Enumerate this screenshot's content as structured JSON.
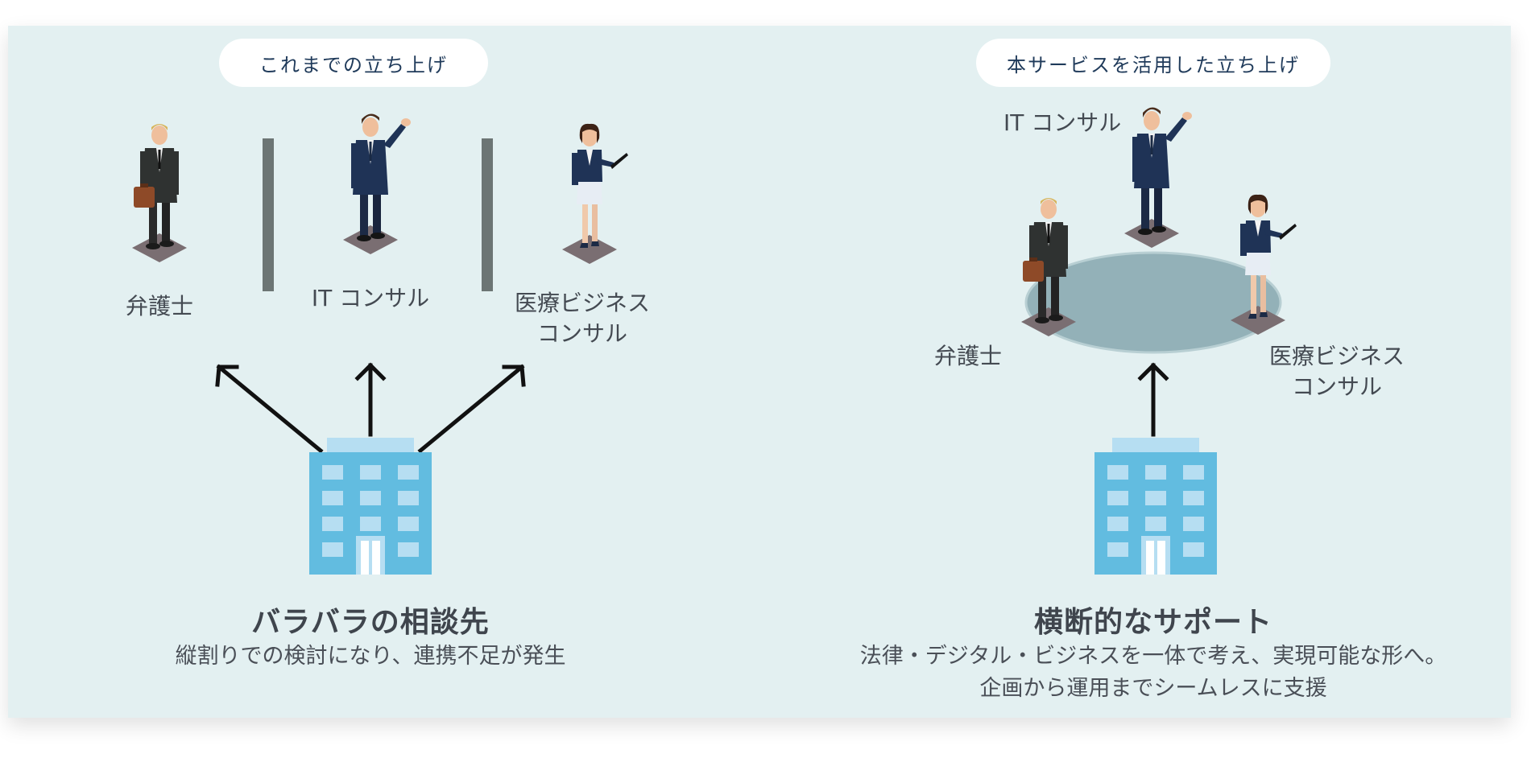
{
  "left": {
    "heading": "これまでの立ち上げ",
    "roles": {
      "lawyer": "弁護士",
      "it": "IT コンサル",
      "medical_line1": "医療ビジネス",
      "medical_line2": "コンサル"
    },
    "title": "バラバラの相談先",
    "description": "縦割りでの検討になり、連携不足が発生"
  },
  "right": {
    "heading": "本サービスを活用した立ち上げ",
    "roles": {
      "lawyer": "弁護士",
      "it": "IT コンサル",
      "medical_line1": "医療ビジネス",
      "medical_line2": "コンサル"
    },
    "title": "横断的なサポート",
    "description_line1": "法律・デジタル・ビジネスを一体で考え、実現可能な形へ。",
    "description_line2": "企画から運用までシームレスに支援"
  },
  "colors": {
    "panel_bg": "#e3f0f1",
    "building": "#62bce0",
    "window": "#b6def2",
    "divider": "#6c7574",
    "platform": "#93b1b8"
  },
  "icons": [
    "person-icon",
    "building-icon",
    "arrow-icon",
    "divider-icon"
  ]
}
